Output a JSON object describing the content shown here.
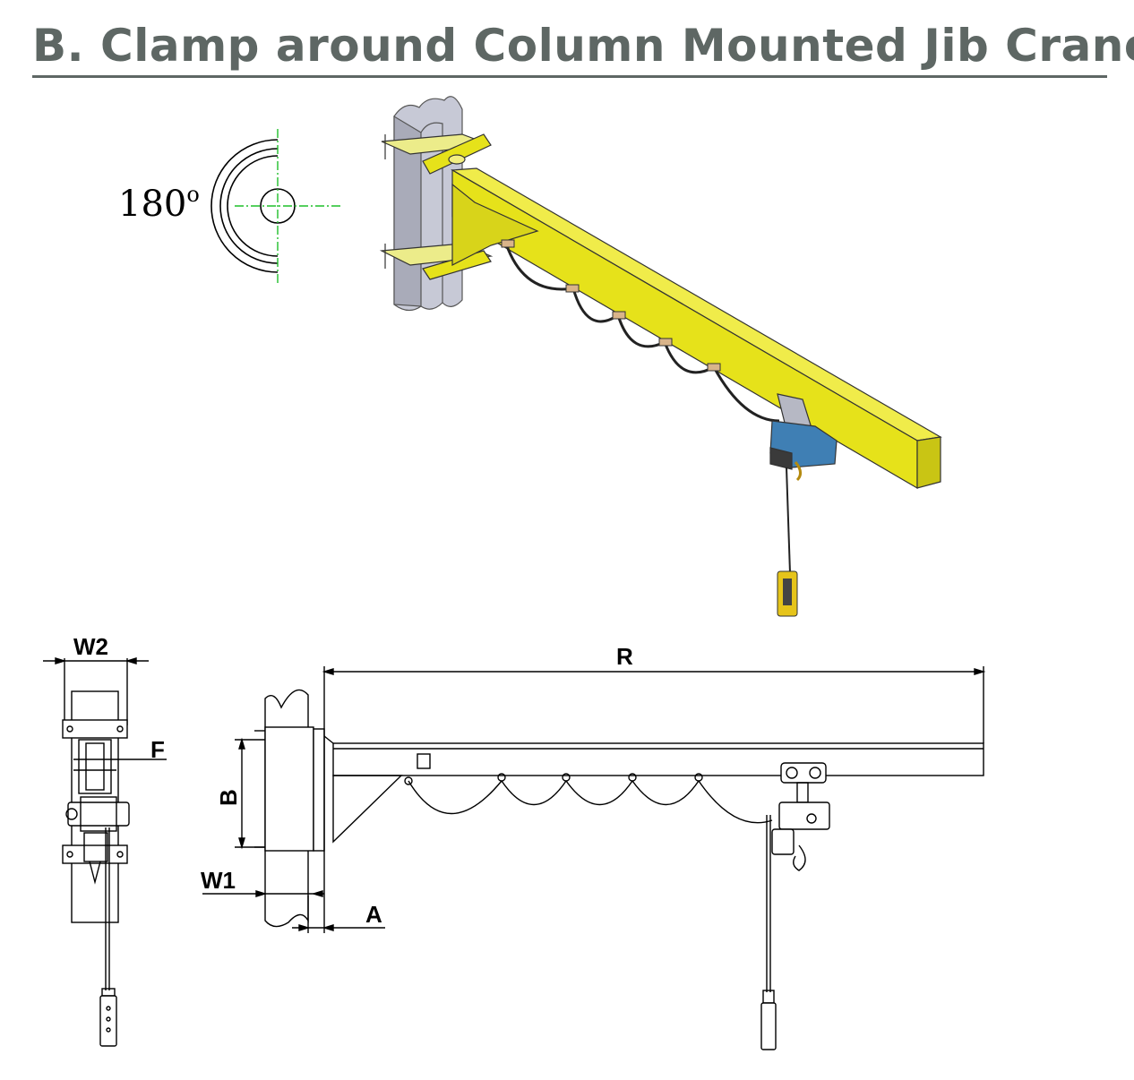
{
  "title": "B. Clamp around Column Mounted Jib Cranes",
  "rotation_label": "180",
  "rotation_degree_mark": "o",
  "dimensions": {
    "w2": "W2",
    "f": "F",
    "b": "B",
    "w1": "W1",
    "a": "A",
    "r": "R"
  },
  "colors": {
    "title": "#5e6764",
    "beam_yellow": "#e6e21a",
    "column_gray": "#c7c9d6",
    "hoist_blue": "#3f7fb4",
    "centerline_green": "#1fbf2a"
  }
}
